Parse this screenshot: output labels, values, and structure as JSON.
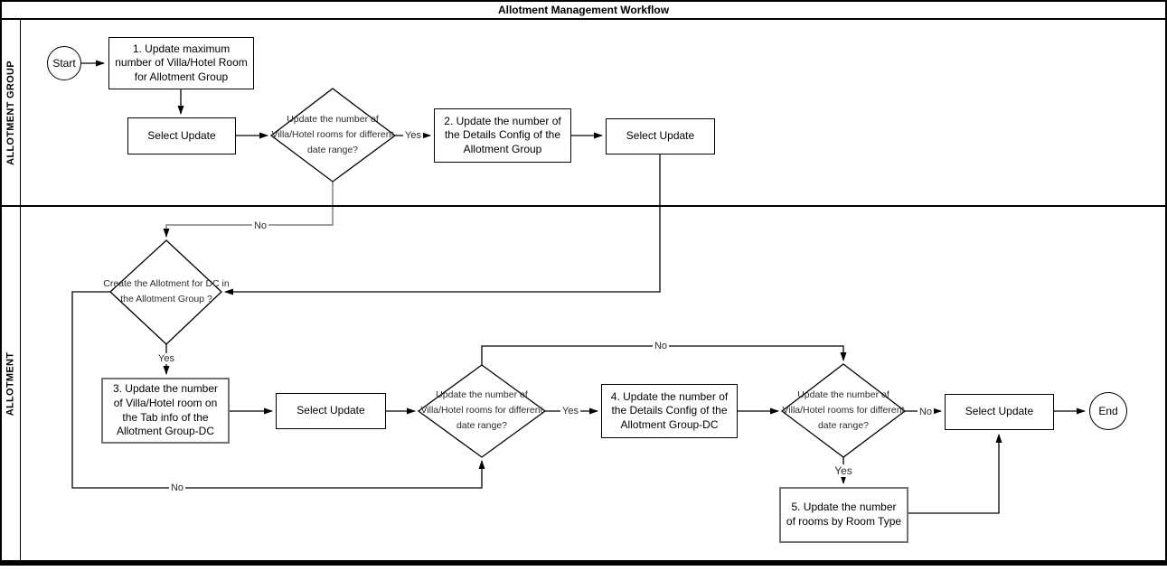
{
  "title": "Allotment Management Workflow",
  "lanes": {
    "group": "ALLOTMENT GROUP",
    "allotment": "ALLOTMENT"
  },
  "nodes": {
    "start": "Start",
    "step1": "1. Update maximum number of Villa/Hotel Room for Allotment Group",
    "select_update_1": "Select Update",
    "decision_date_range_1": "Update the number of Villa/Hotel rooms for different date range?",
    "step2": "2. Update the number of the Details Config of the Allotment Group",
    "select_update_2": "Select Update",
    "decision_create_dc": "Create the Allotment for DC in the Allotment Group ?",
    "step3": "3. Update the number of Villa/Hotel room on the Tab info of the Allotment Group-DC",
    "select_update_3": "Select Update",
    "decision_date_range_2": "Update the number of Villa/Hotel rooms for different date range?",
    "step4": "4. Update the number of the Details Config of the Allotment Group-DC",
    "decision_date_range_3": "Update the number of Villa/Hotel rooms for different date range?",
    "select_update_4": "Select Update",
    "step5": "5. Update the number of rooms by Room Type",
    "end": "End"
  },
  "edge_labels": {
    "d1_yes": "Yes",
    "d1_no": "No",
    "d2_yes": "Yes",
    "d2_no": "No",
    "d3_yes": "Yes",
    "d3_no": "No",
    "d4_no": "No",
    "d4_yes": "Yes"
  },
  "colors": {
    "line": "#000000",
    "muted_edge": "#808080",
    "highlight_border": "#737373",
    "background": "#ffffff"
  }
}
